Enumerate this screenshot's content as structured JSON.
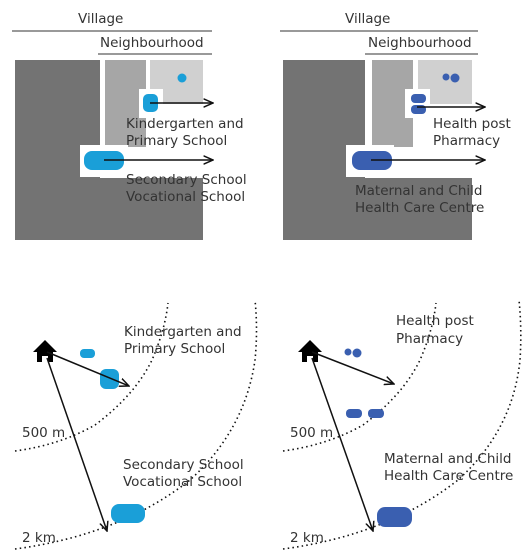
{
  "colors": {
    "block_dark": "#737373",
    "block_mid": "#a6a6a6",
    "block_light": "#d0d0d0",
    "education_blue": "#1a9fd8",
    "health_blue": "#3a5fb0",
    "arrow": "#111111",
    "text": "#333333"
  },
  "icons": {
    "house": "house-icon"
  },
  "top_left": {
    "village_label": "Village",
    "neighbourhood_label": "Neighbourhood",
    "facility_a_line1": "Kindergarten and",
    "facility_a_line2": "Primary School",
    "facility_b_line1": "Secondary School",
    "facility_b_line2": "Vocational School"
  },
  "top_right": {
    "village_label": "Village",
    "neighbourhood_label": "Neighbourhood",
    "facility_a_line1": "Health post",
    "facility_a_line2": "Pharmacy",
    "facility_b_line1": "Maternal and Child",
    "facility_b_line2": "Health Care Centre"
  },
  "bottom_left": {
    "facility_a_line1": "Kindergarten and",
    "facility_a_line2": "Primary School",
    "facility_b_line1": "Secondary School",
    "facility_b_line2": "Vocational School",
    "radius_inner": "500 m",
    "radius_outer": "2 km"
  },
  "bottom_right": {
    "facility_a_line1": "Health post",
    "facility_a_line2": "Pharmacy",
    "facility_b_line1": "Maternal and Child",
    "facility_b_line2": "Health Care Centre",
    "radius_inner": "500 m",
    "radius_outer": "2 km"
  }
}
